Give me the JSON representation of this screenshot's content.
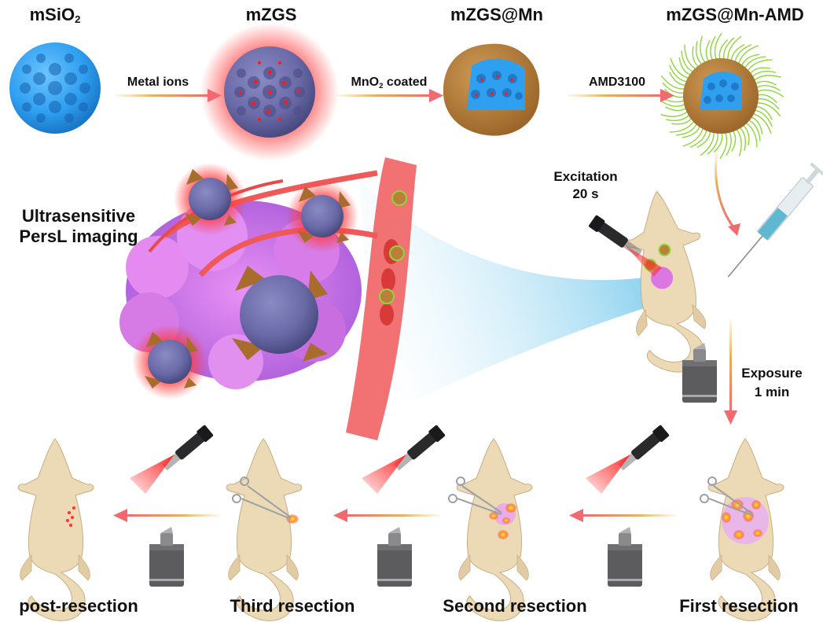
{
  "synthesis": {
    "stages": [
      {
        "name_main": "mSiO",
        "name_sub": "2",
        "name_suffix": ""
      },
      {
        "name_main": "mZGS",
        "name_sub": "",
        "name_suffix": ""
      },
      {
        "name_main": "mZGS@Mn",
        "name_sub": "",
        "name_suffix": ""
      },
      {
        "name_main": "mZGS@Mn-AMD",
        "name_sub": "",
        "name_suffix": ""
      }
    ],
    "arrows": [
      {
        "label_main": "Metal ions",
        "label_sub": "",
        "label_suffix": ""
      },
      {
        "label_main": "MnO",
        "label_sub": "2",
        "label_suffix": " coated"
      },
      {
        "label_main": "AMD3100",
        "label_sub": "",
        "label_suffix": ""
      }
    ]
  },
  "imaging": {
    "title_line1": "Ultrasensitive",
    "title_line2": "PersL imaging",
    "excitation_line1": "Excitation",
    "excitation_line2": "20 s",
    "exposure_line1": "Exposure",
    "exposure_line2": "1 min"
  },
  "resection": {
    "stages": [
      "post-resection",
      "Third resection",
      "Second resection",
      "First resection"
    ]
  },
  "colors": {
    "silica_blue": "#2f9ff0",
    "zgs_purple": "#6a6aa8",
    "glow_red": "#ff3b3b",
    "mn_brown": "#b8803a",
    "amd_green": "#8fd63a",
    "tumor_pink": "#d86be8",
    "vessel_red": "#f0595a",
    "mouse_skin": "#ecd9b6",
    "imager_gray": "#5c5c5e",
    "beam_blue": "#8fd3f0",
    "arrow_pink": "#f06a70",
    "arrow_gold": "#e8b25a"
  }
}
